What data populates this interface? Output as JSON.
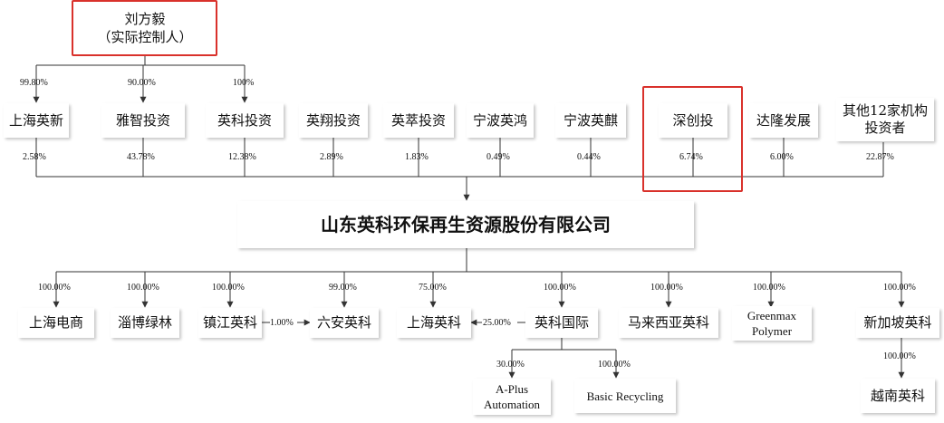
{
  "nodes": {
    "root_name": "刘方毅",
    "root_role": "（实际控制人）",
    "s1": "上海英新",
    "s2": "雅智投资",
    "s3": "英科投资",
    "s4": "英翔投资",
    "s5": "英萃投资",
    "s6": "宁波英鸿",
    "s7": "宁波英麒",
    "s8": "深创投",
    "s9": "达隆发展",
    "s10_l1": "其他12家机构",
    "s10_l2": "投资者",
    "main": "山东英科环保再生资源股份有限公司",
    "c1": "上海电商",
    "c2": "淄博绿林",
    "c3": "镇江英科",
    "c4": "六安英科",
    "c5": "上海英科",
    "c6": "英科国际",
    "c7": "马来西亚英科",
    "c8_l1": "Greenmax",
    "c8_l2": "Polymer",
    "c9": "新加坡英科",
    "g1_l1": "A-Plus",
    "g1_l2": "Automation",
    "g2": "Basic Recycling",
    "g3": "越南英科"
  },
  "percentages": {
    "root_s1": "99.80%",
    "root_s2": "90.00%",
    "root_s3": "100%",
    "s1_main": "2.58%",
    "s2_main": "43.78%",
    "s3_main": "12.38%",
    "s4_main": "2.89%",
    "s5_main": "1.83%",
    "s6_main": "0.49%",
    "s7_main": "0.44%",
    "s8_main": "6.74%",
    "s9_main": "6.00%",
    "s10_main": "22.87%",
    "main_c1": "100.00%",
    "main_c2": "100.00%",
    "main_c3": "100.00%",
    "main_c4": "99.00%",
    "main_c5": "75.00%",
    "main_c6": "100.00%",
    "main_c7": "100.00%",
    "main_c8": "100.00%",
    "main_c9": "100.00%",
    "c3_c4": "1.00%",
    "c6_c5": "25.00%",
    "c6_g1": "30.00%",
    "c6_g2": "100.00%",
    "c9_g3": "100.00%"
  },
  "colors": {
    "highlight": "#d9312b",
    "line": "#333333",
    "text": "#111111"
  }
}
